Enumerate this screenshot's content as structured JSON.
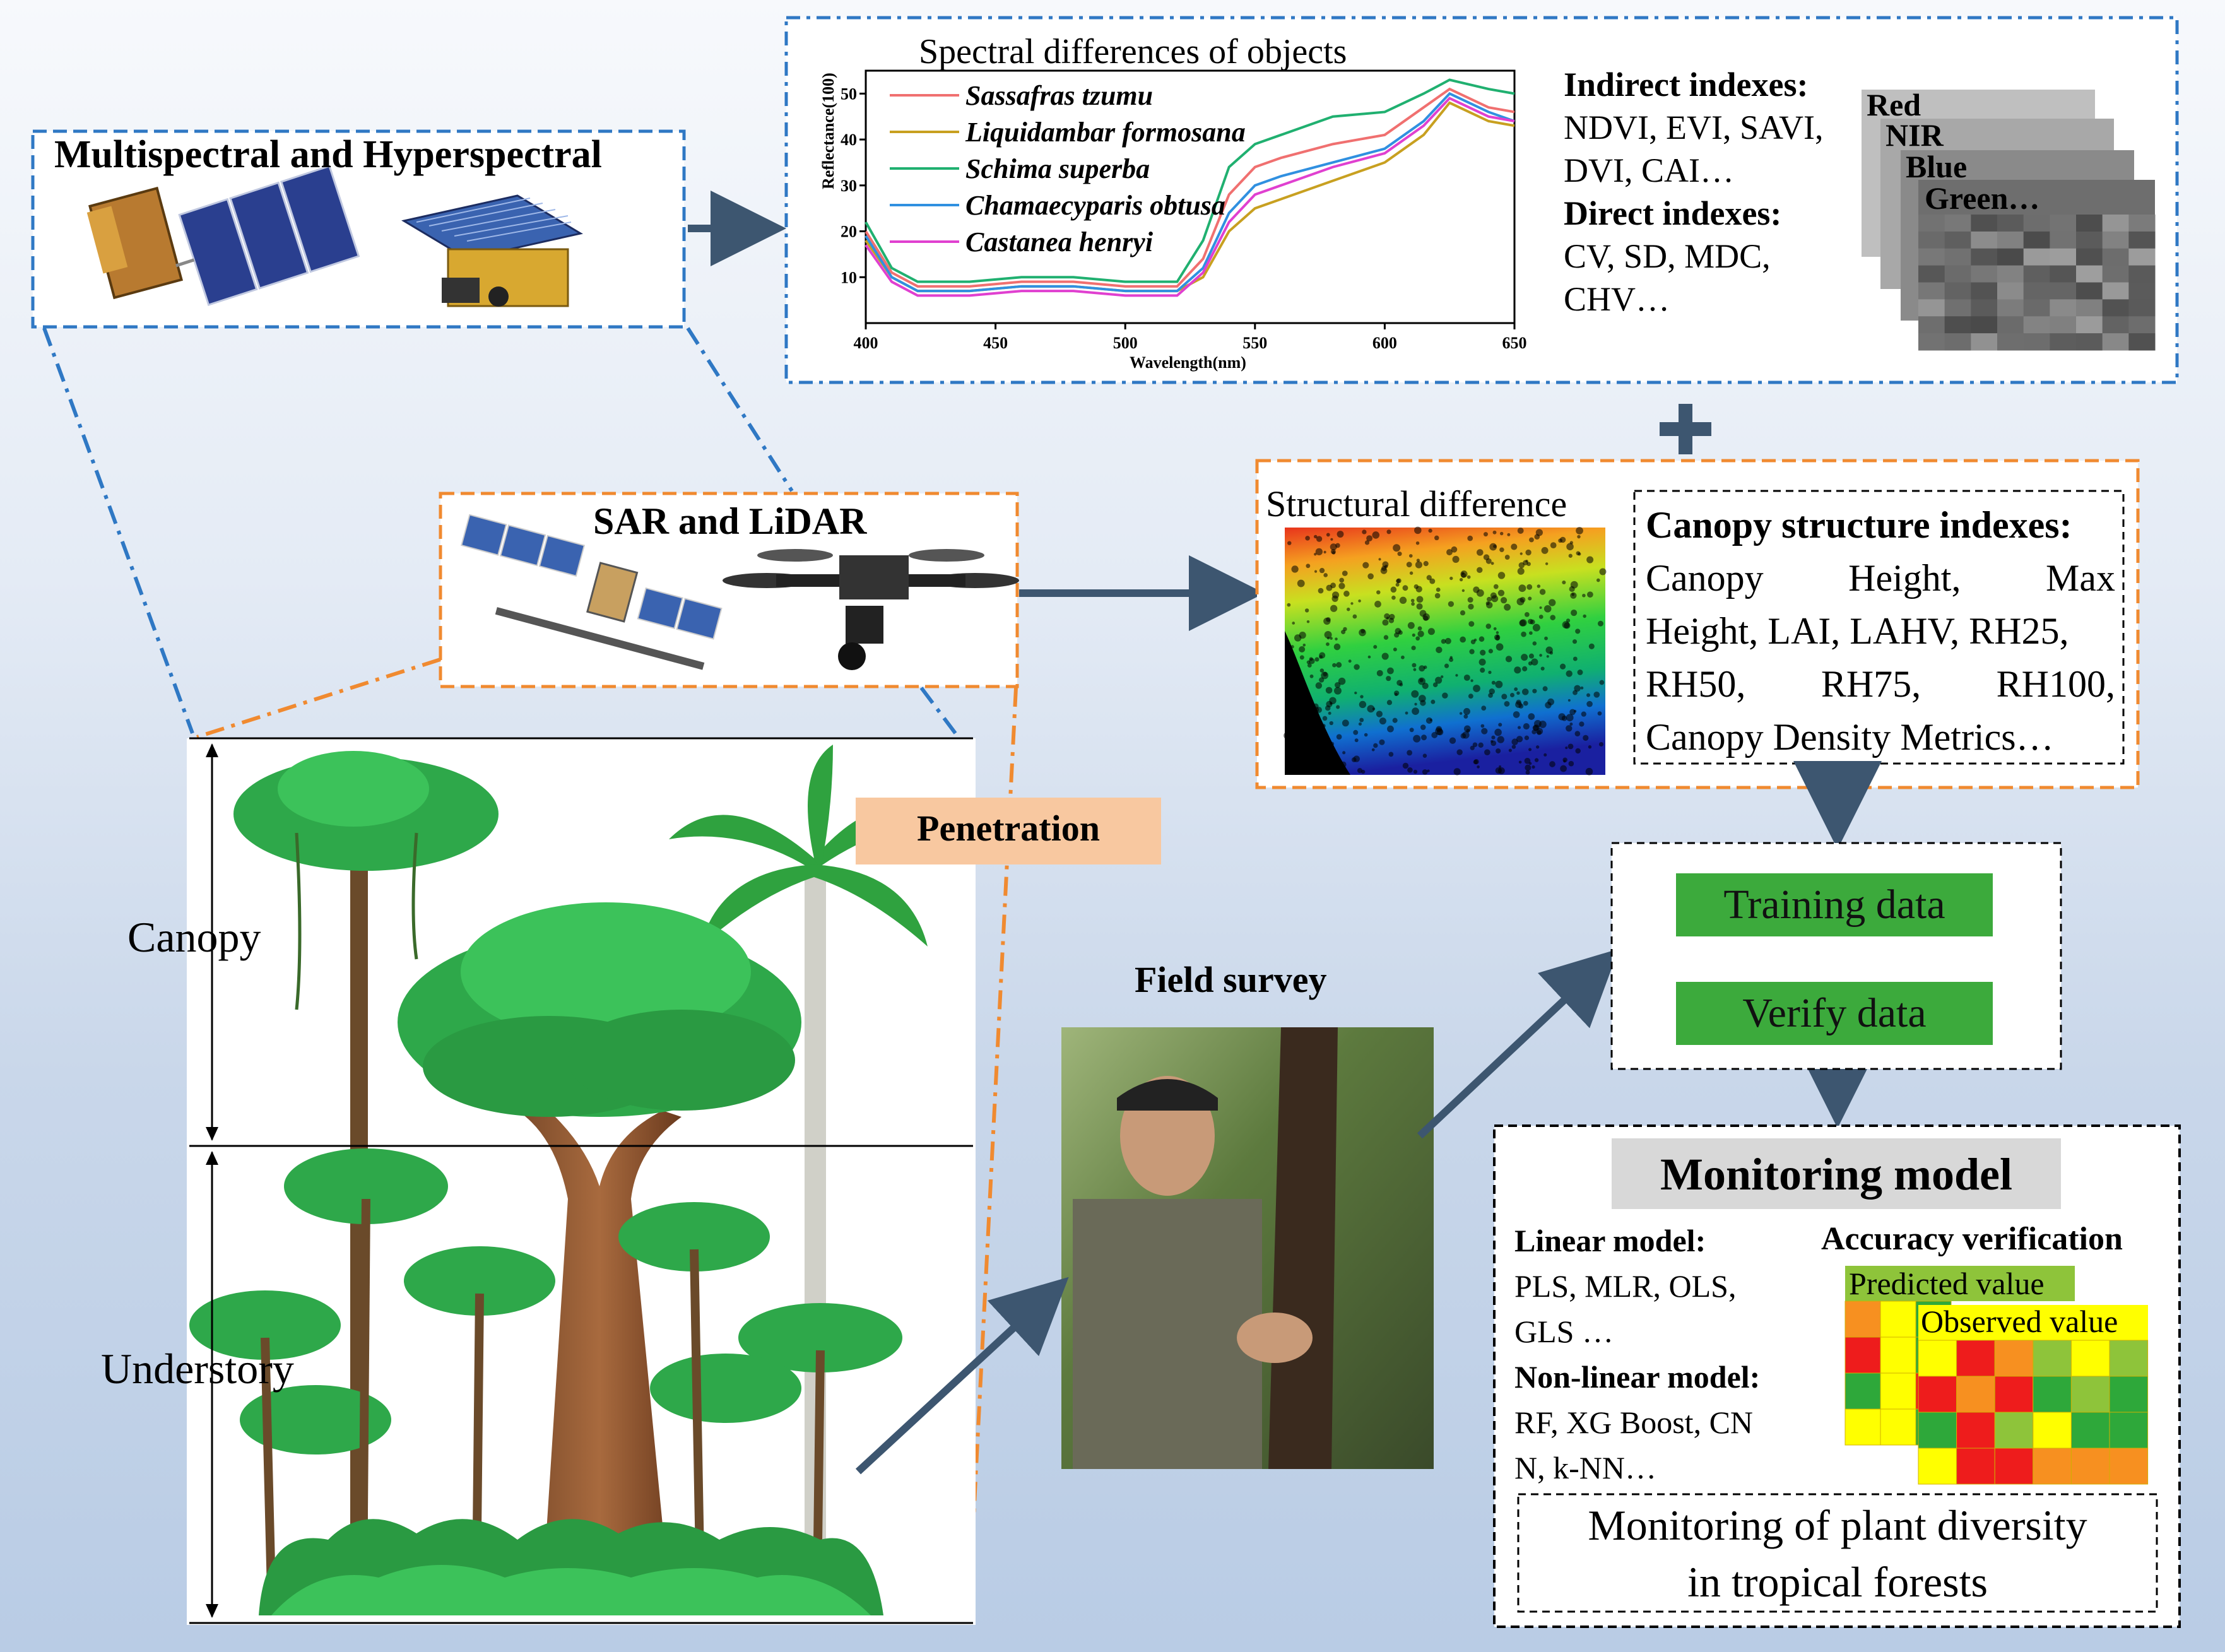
{
  "sensors": {
    "multispectral": "Multispectral and Hyperspectral",
    "sar_lidar": "SAR and LiDAR"
  },
  "spectral": {
    "title": "Spectral differences of objects",
    "indirect_title": "Indirect indexes:",
    "indirect_line1": "NDVI,  EVI,  SAVI,",
    "indirect_line2": "DVI, CAI…",
    "direct_title": "Direct indexes:",
    "direct_line1": "CV, SD, MDC,",
    "direct_line2": "CHV…",
    "chart_data": {
      "type": "line",
      "title": "Spectral differences of objects",
      "xlabel": "Wavelength(nm)",
      "ylabel": "Reflectance(100)",
      "xlim": [
        400,
        650
      ],
      "ylim": [
        0,
        55
      ],
      "xticks": [
        400,
        450,
        500,
        550,
        600,
        650
      ],
      "yticks": [
        10,
        20,
        30,
        40,
        50
      ],
      "x": [
        400,
        410,
        420,
        440,
        460,
        480,
        500,
        510,
        520,
        530,
        540,
        550,
        560,
        580,
        600,
        615,
        625,
        640,
        650
      ],
      "series": [
        {
          "name": "Sassafras tzumu",
          "color": "#f07070",
          "values": [
            20,
            11,
            8,
            8,
            9,
            9,
            8,
            8,
            8,
            14,
            28,
            34,
            36,
            39,
            41,
            47,
            51,
            47,
            46
          ]
        },
        {
          "name": "Liquidambar formosana",
          "color": "#c8a020",
          "values": [
            18,
            10,
            7,
            7,
            8,
            8,
            7,
            7,
            7,
            10,
            20,
            25,
            27,
            31,
            35,
            41,
            48,
            44,
            43
          ]
        },
        {
          "name": "Schima superba",
          "color": "#20b070",
          "values": [
            22,
            12,
            9,
            9,
            10,
            10,
            9,
            9,
            9,
            18,
            34,
            39,
            41,
            45,
            46,
            50,
            53,
            51,
            50
          ]
        },
        {
          "name": "Chamaecyparis obtusa",
          "color": "#3090e0",
          "values": [
            19,
            10,
            7,
            7,
            8,
            8,
            7,
            7,
            7,
            12,
            24,
            30,
            32,
            35,
            38,
            44,
            50,
            46,
            44
          ]
        },
        {
          "name": "Castanea henryi",
          "color": "#e040d0",
          "values": [
            17,
            9,
            6,
            6,
            7,
            7,
            6,
            6,
            6,
            11,
            22,
            28,
            30,
            34,
            37,
            43,
            49,
            45,
            44
          ]
        }
      ]
    }
  },
  "bands": [
    "Red",
    "NIR",
    "Blue",
    "Green…"
  ],
  "structure": {
    "title": "Structural difference",
    "heading": "Canopy structure indexes:",
    "row1": [
      "Canopy",
      "Height,",
      "Max"
    ],
    "row2": "Height, LAI, LAHV, RH25,",
    "row3": [
      "RH50,",
      "RH75,",
      "RH100,"
    ],
    "row4": "Canopy Density Metrics…"
  },
  "forest": {
    "canopy": "Canopy",
    "understory": "Understory",
    "penetration": "Penetration"
  },
  "field": {
    "title": "Field survey"
  },
  "data_box": {
    "training": "Training data",
    "verify": "Verify data"
  },
  "model": {
    "title": "Monitoring model",
    "linear_title": "Linear model:",
    "linear_line1": "PLS,  MLR,  OLS,",
    "linear_line2": "GLS …",
    "nonlinear_title": "Non-linear model:",
    "nonlinear_line1": "RF, XG Boost, CN",
    "nonlinear_line2": "N, k-NN…",
    "accuracy_title": "Accuracy verification",
    "predicted": "Predicted value",
    "observed": "Observed  value",
    "outcome_line1": "Monitoring of plant diversity",
    "outcome_line2": "in tropical forests"
  },
  "colors": {
    "arrow": "#3d5670",
    "blue_dash": "#2f78c4",
    "orange_dash": "#f08a30",
    "green_label": "#3caa3c",
    "grid_red": "#ee1c1c",
    "grid_orange": "#f79020",
    "grid_yellow": "#ffff00",
    "grid_green": "#2ea83a",
    "grid_lightgreen": "#8ec43a"
  },
  "accuracy_grids": {
    "predicted": [
      [
        "o",
        "y",
        "g"
      ],
      [
        "r",
        "y",
        "g"
      ],
      [
        "g",
        "y",
        "r"
      ],
      [
        "y",
        "y",
        "g"
      ]
    ],
    "observed": [
      [
        "y",
        "r",
        "o",
        "lg",
        "y",
        "lg"
      ],
      [
        "r",
        "o",
        "r",
        "g",
        "lg",
        "g"
      ],
      [
        "g",
        "r",
        "lg",
        "y",
        "g",
        "g"
      ],
      [
        "y",
        "r",
        "r",
        "o",
        "o",
        "o"
      ]
    ]
  }
}
